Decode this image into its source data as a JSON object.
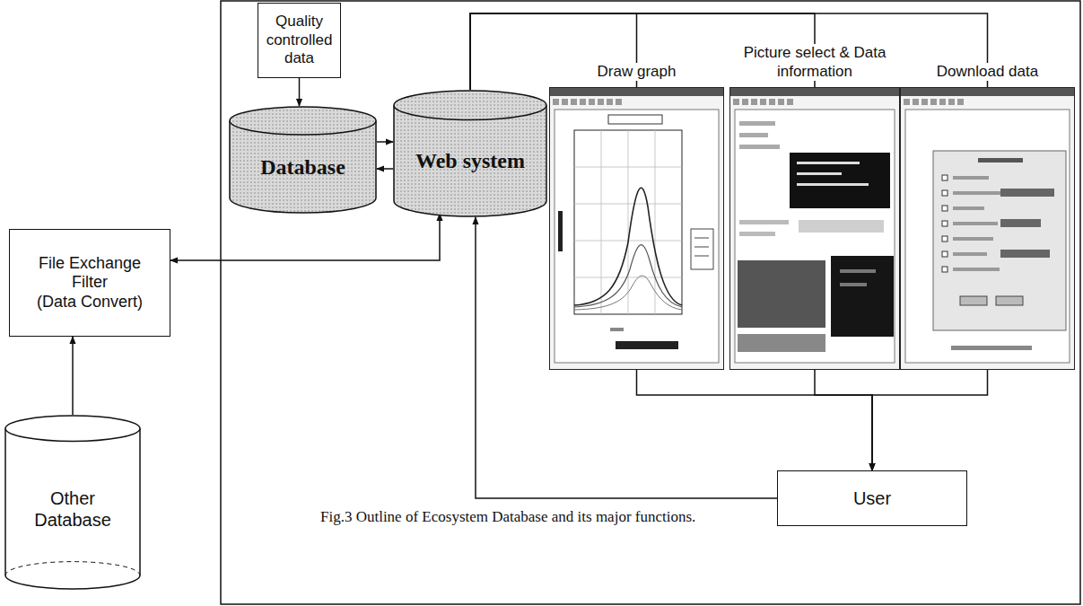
{
  "diagram": {
    "caption": "Fig.3 Outline of Ecosystem Database and its major functions.",
    "nodes": [
      {
        "text": [
          "Quality controlled data"
        ]
      },
      {
        "text": [
          "Database"
        ]
      },
      {
        "text": [
          "Web system"
        ]
      },
      {
        "text": [
          "Draw graph"
        ]
      },
      {
        "text": [
          "Picture select & Data information"
        ]
      },
      {
        "text": [
          "Download data"
        ]
      },
      {
        "text": [
          "User"
        ]
      },
      {
        "text": [
          "File Exchange Filter",
          "(Data Convert)"
        ]
      },
      {
        "text": [
          "Other Database"
        ]
      }
    ],
    "edges": [
      {
        "from": 0,
        "to": 1,
        "arrow": "to"
      },
      {
        "from": 1,
        "to": 2,
        "arrow": "to"
      },
      {
        "from": 2,
        "to": 1,
        "arrow": "to"
      },
      {
        "from": 2,
        "to": 3,
        "arrow": "none"
      },
      {
        "from": 2,
        "to": 4,
        "arrow": "none"
      },
      {
        "from": 2,
        "to": 5,
        "arrow": "none"
      },
      {
        "from": 3,
        "to": 6,
        "arrow": "to"
      },
      {
        "from": 4,
        "to": 6,
        "arrow": "to"
      },
      {
        "from": 5,
        "to": 6,
        "arrow": "to"
      },
      {
        "from": 6,
        "to": 2,
        "arrow": "to"
      },
      {
        "from": 7,
        "to": 2,
        "arrow": "both"
      },
      {
        "from": 8,
        "to": 7,
        "arrow": "to"
      }
    ]
  }
}
